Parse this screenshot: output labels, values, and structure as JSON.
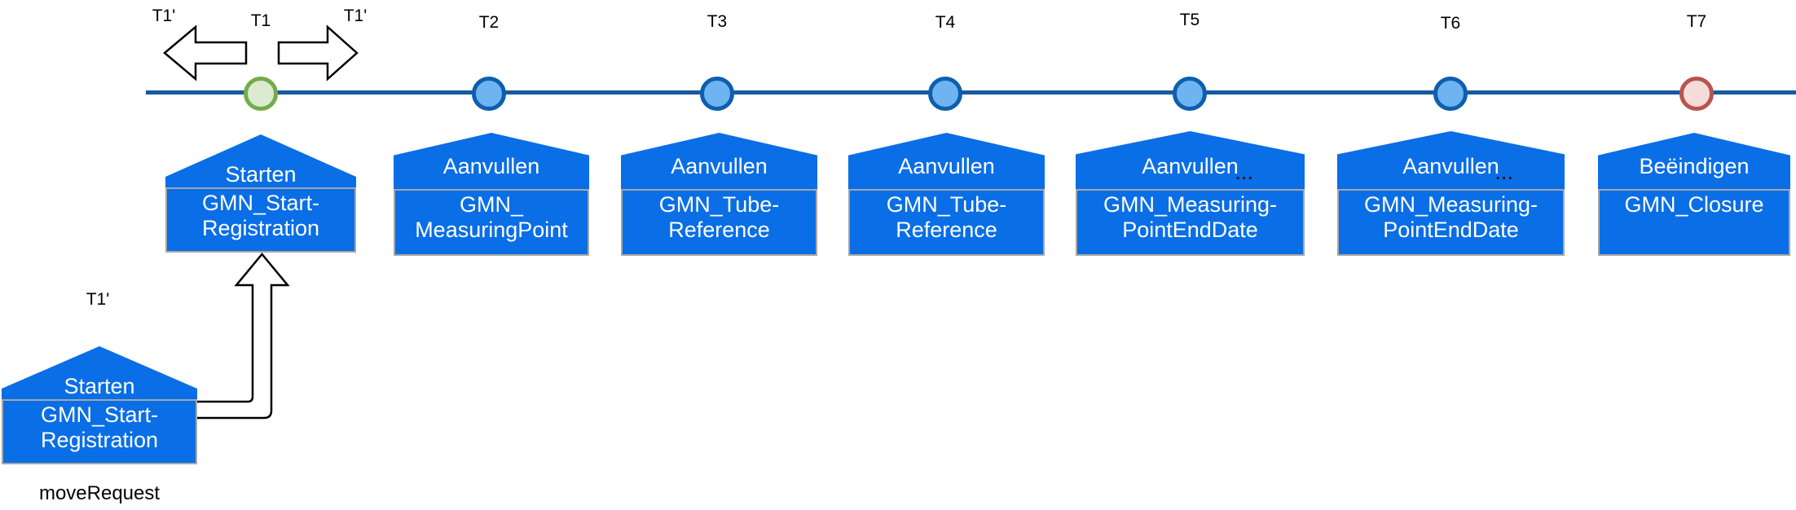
{
  "diagram_title": "GMN registration lifecycle timeline",
  "colors": {
    "house_fill": "#0a6ee6",
    "house_text": "#ffffff",
    "body_border": "#a7a7a7",
    "timeline": "#19599f",
    "node_blue_ring": "#0d5fae",
    "node_blue_fill": "#6db4f0",
    "node_green_ring": "#72ac49",
    "node_green_fill": "#dcead2",
    "node_red_ring": "#b9534f",
    "node_red_fill": "#f5dcdb",
    "label_text": "#000000"
  },
  "shift_arrows": {
    "left_label": "T1'",
    "right_label": "T1'"
  },
  "nodes": [
    {
      "label": "T1",
      "type": "start"
    },
    {
      "label": "T2",
      "type": "mid"
    },
    {
      "label": "T3",
      "type": "mid"
    },
    {
      "label": "T4",
      "type": "mid"
    },
    {
      "label": "T5",
      "type": "mid"
    },
    {
      "label": "T6",
      "type": "mid"
    },
    {
      "label": "T7",
      "type": "end"
    }
  ],
  "houses": [
    {
      "event": "Starten",
      "name_line1": "GMN_Start-",
      "name_line2": "Registration"
    },
    {
      "event": "Aanvullen",
      "name_line1": "GMN_",
      "name_line2": "MeasuringPoint"
    },
    {
      "event": "Aanvullen",
      "name_line1": "GMN_Tube-",
      "name_line2": "Reference"
    },
    {
      "event": "Aanvullen",
      "name_line1": "GMN_Tube-",
      "name_line2": "Reference"
    },
    {
      "event": "Aanvullen",
      "ellipsis": "...",
      "name_line1": "GMN_Measuring-",
      "name_line2": "PointEndDate"
    },
    {
      "event": "Aanvullen",
      "ellipsis": "...",
      "name_line1": "GMN_Measuring-",
      "name_line2": "PointEndDate"
    },
    {
      "event": "Beëindigen",
      "name_line1": "GMN_Closure",
      "name_line2": ""
    }
  ],
  "move_request": {
    "time_label": "T1'",
    "event": "Starten",
    "name_line1": "GMN_Start-",
    "name_line2": "Registration",
    "caption": "moveRequest"
  }
}
